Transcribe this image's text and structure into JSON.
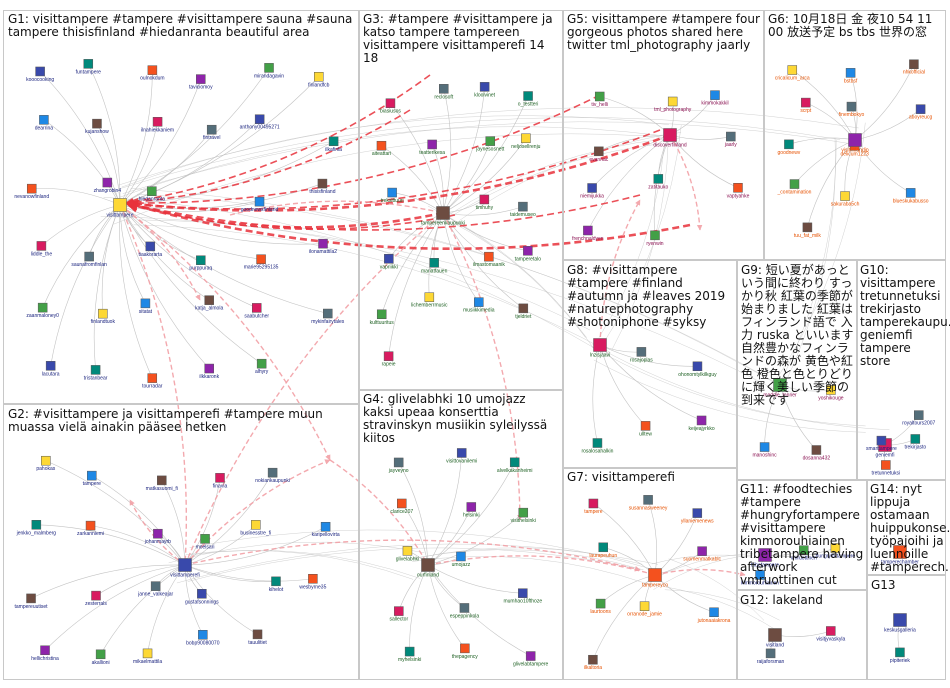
{
  "groups": [
    {
      "id": "G1",
      "title": "G1: visittampere #tampere #visittampere sauna #sauna tampere thisisfinland #hiedanranta beautiful area"
    },
    {
      "id": "G2",
      "title": "G2: #visittampere ja visittamperefi #tampere muun muassa vielä ainakin pääsee hetken"
    },
    {
      "id": "G3",
      "title": "G3: #tampere #visittampere ja katso tampere tampereen visittampere visittamperefi 14 18"
    },
    {
      "id": "G4",
      "title": "G4: glivelabhki 10 umojazz kaksi upeaa konserttia stravinskyn musiikin syleilyssä kiitos"
    },
    {
      "id": "G5",
      "title": "G5: visittampere #tampere four gorgeous photos shared here twitter tml_photography jaarly"
    },
    {
      "id": "G6",
      "title": "G6: 10月18日 金 夜10 54 11 00 放送予定 bs tbs 世界の窓"
    },
    {
      "id": "G7",
      "title": "G7: visittamperefi"
    },
    {
      "id": "G8",
      "title": "G8: #visittampere #tampere #finland #autumn ja #leaves 2019 #naturephotography #shotoniphone #syksy"
    },
    {
      "id": "G9",
      "title": "G9: 短い夏があっという間に終わり すっかり秋 紅葉の季節が始まりました 紅葉は フィンランド語で 入力 ruska といいます 自然豊かなフィンランドの森が 黄色や紅色 橙色と色とりどりに輝く美しい季節の到来です"
    },
    {
      "id": "G10",
      "title": "G10: visittampere tretunnetuksi trekirjasto tamperekaupu... geniemfi tampere store"
    },
    {
      "id": "G11",
      "title": "G11: #foodtechies #tampere #hungryfortampere #visittampere kimmorouhiainen tribetampere having afterwork vmruottinen cut"
    },
    {
      "id": "G12",
      "title": "G12: lakeland"
    },
    {
      "id": "G13",
      "title": "G13"
    },
    {
      "id": "G14",
      "title": "G14: nyt lippuja ostamaan huippukonse... työpajoihi ja luennoille #tamperech..."
    }
  ],
  "nodes": {
    "G1": [
      "kooocooking",
      "funtampere",
      "oulnokdum",
      "taviciomoy",
      "mirandagavin",
      "finlandfcb",
      "dearrina",
      "kujanshow",
      "ilnahiekkaniem",
      "fintravel",
      "anthony00495271",
      "ilkafinla",
      "nevanowfinland",
      "zhangrobin4",
      "hiedanranta",
      "visittampere",
      "goodnewsfinland",
      "thisisfinland",
      "liddle_the",
      "saunafromfinlan",
      "tiaakorarta",
      "purppuraq",
      "marie95295135",
      "ilonamattila2",
      "zaanmaloney0",
      "finlandtuok",
      "sitatat",
      "katja_almola",
      "saabutcher",
      "mykinfairytales",
      "lacutara",
      "tristanbear",
      "tourradar",
      "ilkkaronk",
      "alhyry"
    ],
    "G2": [
      "pahokas",
      "tampere",
      "matkasuomi_fi",
      "finavia",
      "nokiankaupunki",
      "visittamperefi",
      "jenkko_malmberg",
      "zarkanniemi",
      "johanmayrb",
      "moelsari",
      "businesstre_fi",
      "karipellovirta",
      "tampereuutiset",
      "zesterrals",
      "janne_valkeajar",
      "gustafsonnings",
      "kihelot",
      "wesbyrne35",
      "hellichristina",
      "akallioni",
      "mikaelmattila",
      "bobp90080070",
      "tauulitiet"
    ],
    "G3": [
      "biasiusos",
      "reclosoft",
      "kloolvinet",
      "o_testteri",
      "aiteattari",
      "teatterikesa",
      "jaynesosnett",
      "neljosellrenju",
      "treksittuuri",
      "tampereenkaupunki",
      "timhuhy",
      "taidemuseo",
      "vapriikki",
      "mariatfauen",
      "ilmastomaanik",
      "tamperetalo",
      "kulttuuritus",
      "lichemberrmusic",
      "musiikkimedia",
      "tjeldriet",
      "rapeie"
    ],
    "G4": [
      "jayveyno",
      "visittovanilemi",
      "alvelkakanheimi",
      "clarice207",
      "helsinki",
      "visithelsinki",
      "glivelabhki",
      "umojazz",
      "ourfinland",
      "sallector",
      "espeppinkola",
      "mumhao10fthoze",
      "myhelsinki",
      "thepagency",
      "glivelabtampere"
    ],
    "G5": [
      "tiv_helli",
      "tml_photography",
      "kimmokakkil",
      "evannac",
      "discoverfinland",
      "jaarly",
      "niemijukka",
      "zatitauko",
      "vaptyahke",
      "frenchnaldyen",
      "ryenwin"
    ],
    "G6": [
      "cricalicum_arca",
      "bstbsf",
      "nhkofficial",
      "scrpt",
      "finembokyo",
      "aboyreucg",
      "goodnewv",
      "delicum1223",
      "visitfinlandjp",
      "_contamination",
      "sakuraba5ch",
      "blueskukabusso",
      "tuu_fat_milk"
    ],
    "G7": [
      "tampere",
      "susannasweeney",
      "yllaniemenews",
      "laurapeuhun",
      "tampereyco",
      "suomenmatkablc",
      "laurtoons",
      "orranode_jamie",
      "jutonaaiakrona",
      "ilkaltoria"
    ],
    "G8": [
      "lnzisjaavi",
      "rosajoplas",
      "ohonomtylkilkguy",
      "rosalosahalkin",
      "ulltew",
      "keijeajyrkko"
    ],
    "G9": [
      "maddie_tanner",
      "yoshikouge",
      "manoshinc",
      "dosanna432"
    ],
    "G10": [
      "geniemfi",
      "royaltours2007",
      "smarttampere",
      "trekirjasto",
      "tretunnetuksi"
    ],
    "G11": [
      "tribetampere",
      "vmruottinen",
      "hungryfortampere",
      "kimmorouhiainen"
    ],
    "G12": [
      "visitland",
      "visitjyvaskyla",
      "raijaforsman"
    ],
    "G13": [
      "keskusgalleria",
      "pipiteriek"
    ],
    "G14": [
      "tamperechamber"
    ]
  },
  "colors": {
    "edge_strong": "#e8323c",
    "edge_light": "#f2a0a6",
    "edge_grey": "#bdbdbd",
    "panel_border": "#c8c8c8",
    "label_blue": "#1a237e",
    "label_green": "#1b5e20"
  }
}
